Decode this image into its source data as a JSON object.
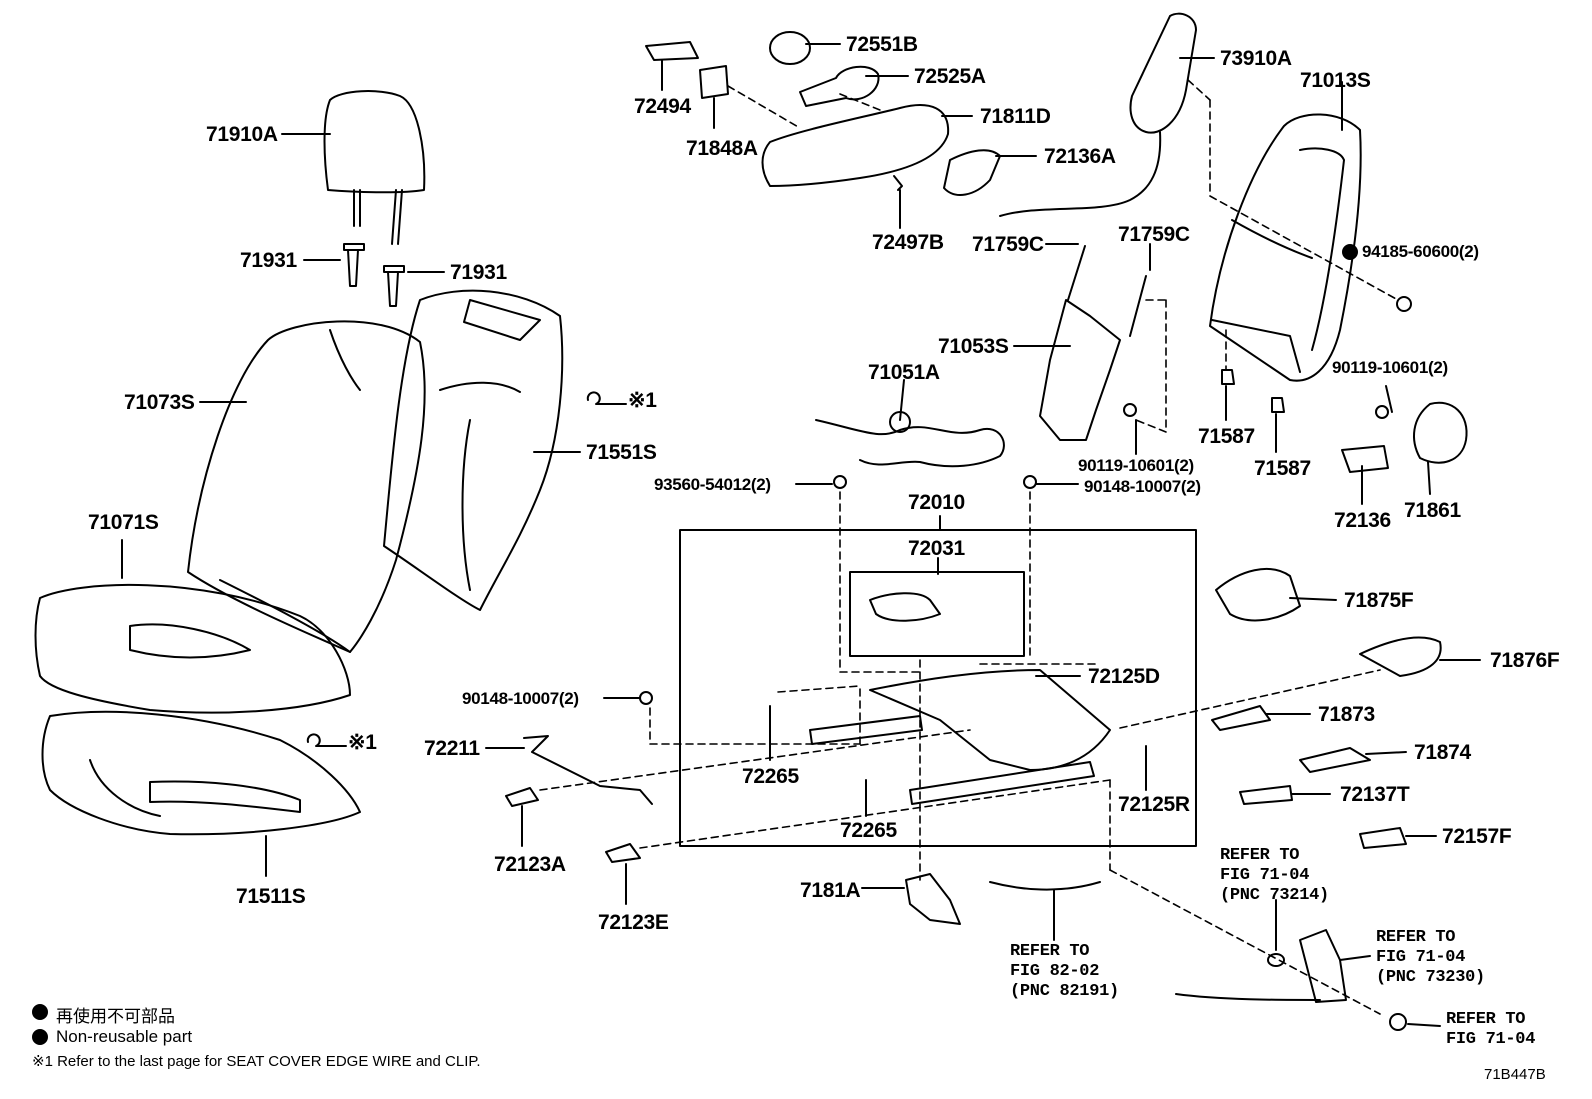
{
  "diagram_code": "71B447B",
  "parts": {
    "p71910A": "71910A",
    "p71931a": "71931",
    "p71931b": "71931",
    "p71073S": "71073S",
    "p71071S": "71071S",
    "p71511S": "71511S",
    "p71551S": "71551S",
    "pNote1": "※1",
    "pNote2": "※1",
    "p72494": "72494",
    "p72551B": "72551B",
    "p72525A": "72525A",
    "p71848A": "71848A",
    "p71811D": "71811D",
    "p72136A": "72136A",
    "p72497B": "72497B",
    "p73910A": "73910A",
    "p71013S": "71013S",
    "p94185": "94185-60600(2)",
    "p71759Ca": "71759C",
    "p71759Cb": "71759C",
    "p71053S": "71053S",
    "p71051A": "71051A",
    "p90119a": "90119-10601(2)",
    "p90119b": "90119-10601(2)",
    "p71587a": "71587",
    "p71587b": "71587",
    "p72136": "72136",
    "p71861": "71861",
    "p93560": "93560-54012(2)",
    "p72010": "72010",
    "p90148a": "90148-10007(2)",
    "p72031": "72031",
    "p90148b": "90148-10007(2)",
    "p72125D": "72125D",
    "p72211": "72211",
    "p72265a": "72265",
    "p72265b": "72265",
    "p72125R": "72125R",
    "p72123A": "72123A",
    "p72123E": "72123E",
    "p7181A": "7181A",
    "p71875F": "71875F",
    "p71876F": "71876F",
    "p71873": "71873",
    "p71874": "71874",
    "p72137T": "72137T",
    "p72157F": "72157F"
  },
  "refs": {
    "r1": [
      "REFER TO",
      "FIG 71-04",
      "(PNC 73214)"
    ],
    "r2": [
      "REFER TO",
      "FIG 82-02",
      "(PNC 82191)"
    ],
    "r3": [
      "REFER TO",
      "FIG 71-04",
      "(PNC 73230)"
    ],
    "r4": [
      "REFER TO",
      "FIG 71-04"
    ]
  },
  "legend": {
    "jp": "再使用不可部品",
    "en": "Non-reusable part",
    "note": "※1 Refer to the last page for SEAT COVER EDGE WIRE and CLIP."
  }
}
